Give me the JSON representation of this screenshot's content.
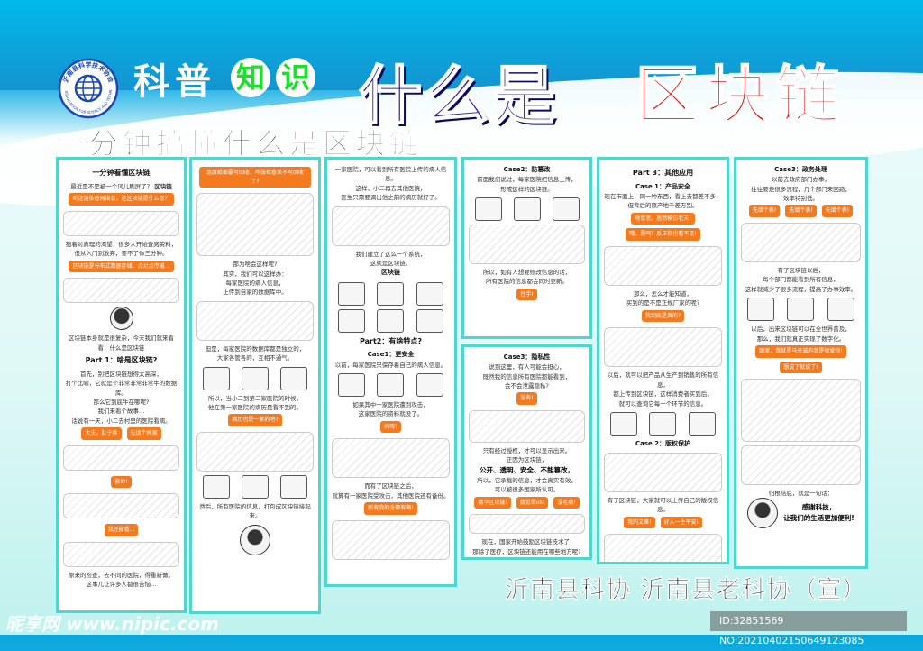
{
  "header": {
    "logo_text": "沂南县科学技术协会",
    "logo_text_en": "YI NAN ASSOCIATION FOR SCIENCE AND TECHNOLOGY",
    "kepu": "科普",
    "zhi": "知",
    "shi": "识",
    "title_a": "什么是",
    "title_b": "区块链",
    "subtitle": "一分钟搞懂什么是区块链"
  },
  "panels": {
    "p1": {
      "title": "一分钟看懂区块链",
      "q": "最近是不是被一个词儿刷屏了？",
      "kw": "区块链",
      "b1": "听这链条普网络恋，这区块链是什么意？",
      "l1": "抱着对真理的渴望，很多人开始查阅资料，",
      "l2": "但从入门到放弃，要不了你三分钟。",
      "b2": "区块链是分布式数据存储、点对点传输…",
      "b3": "区块链本身就是很复杂，今天我们就来看看：什么是区块链",
      "part": "Part 1：啥是区块链?",
      "t1": "首先，别把区块链想得太高深，",
      "t2": "打个比喻，它就是个非常非常非常牛的数据库。",
      "t3": "那么它到底牛在哪呢?",
      "t4": "我们来看个故事…",
      "t5": "话说有一天，小二去村里的医院看病。",
      "b4": "大夫，肚子疼",
      "b5": "先填个档案",
      "b6": "救命!",
      "b7": "我还能看...",
      "l3": "原来的检查，去不同的医院，得重新做，",
      "l4": "这事儿让许多人都很苦恼…"
    },
    "p2": {
      "b1": "连废纸都要可回收，咋张检查单不可回收了?",
      "l1": "那为啥会这样呢?",
      "l2": "其实，我们可以这样办：",
      "l3": "每家医院的病人信息，",
      "l4": "上传到自家的数据库中。",
      "l5": "但是，每家医院的数据库都是独立的，",
      "l6": "大家各管各的，互相不通气。",
      "l7": "所以，当小二到第二家医院的时候，",
      "l8": "他在第一家医院的病历是看不到的。",
      "l9": "然后，所有医院的信息，打包成区块链接起来。",
      "b2": "病历也是一家的吧?"
    },
    "p3": {
      "l1": "一家医院，可以看到所有医院上传的病人信息。",
      "l2": "这样，小二再去其他医院，",
      "l3": "医生只需要调出他之前的病历就好了。",
      "kw": "区块链",
      "l4": "我们建立了这么一个系统，",
      "l5": "这就是区块链。",
      "part": "Part2：有啥特点?",
      "case": "Case1：更安全",
      "l6": "以前，每家医院只保存着自己的病人信息。",
      "l7": "如果其中一家医院遭到攻击，",
      "l8": "这家医院的资料就没了。",
      "b1": "妈呀!",
      "l9": "而有了区块链之后，",
      "l10": "就算有一家医院受攻击，其他医院还有备份。",
      "b2": "所有我的全都有啊!"
    },
    "p4": {
      "case": "Case2：防篡改",
      "l1": "前面我们说过，每家医院把信息上传，",
      "l2": "形成这样的区块链。",
      "l3": "所以，如有人想要修改信息的话，",
      "l4": "所有医院的信息都会同时更新。",
      "b1": "住手!"
    },
    "p5": {
      "case": "Case3：隐私性",
      "l1": "说到这里，有人可能会担心，",
      "l2": "既然我的信息所有医院都能看到，",
      "l3": "会不会泄露隐私?",
      "b1": "没有!",
      "l4": "只有经过授权，才可以显示出来。",
      "l5": "正因为区块链，",
      "l6": "公开、透明、安全、不能篡改，",
      "l7": "所以，它承载的信息，才会真实有效，",
      "l8": "可以被很多国家所认可。",
      "b2": "精华区块链!",
      "b3": "我觉得ok!",
      "b4": "没毛病!",
      "l9": "现在，国家开始鼓励区块链技术了!",
      "l10": "那除了医疗，区块链还能用在哪些地方呢?"
    },
    "p6": {
      "part": "Part 3：其他应用",
      "case": "Case 1：产品安全",
      "l1": "现在市面上，同一种东西，看上去都差不多，",
      "l2": "但背后的原产地千差万别。",
      "b1": "啥意思，居然模仿老夫!",
      "b2": "哦，是吗？反正你也看不见!",
      "l3": "那么，怎么才能知道，",
      "l4": "买到的是不是正规厂家的呢?",
      "b3": "我到底是真的?",
      "l5": "以后，就可以把产品从生产到销售的所有信息，",
      "l6": "都上传到区块链，这样消费者买到后，",
      "l7": "就可以查询它每一个环节的信息。",
      "case2": "Case 2：版权保护",
      "l8": "有了区块链，大家就可以上传自己的版权信息，",
      "b4": "我的文章!",
      "b5": "好人一生平安!"
    },
    "p7": {
      "case": "Case3：政务处理",
      "l1": "以前去政府部门办事，",
      "l2": "往往要走很多流程，几个部门来回跑，",
      "l3": "效率特别低。",
      "b1": "先填个表!",
      "l4": "有了区块链以后，",
      "l5": "每个部门都能看到所有信息，",
      "l6": "这样就减少了很多流程，提高了办事效率。",
      "b2": "国家，我就是马来诚的我是很爱你!",
      "b3": "想说了就说了!",
      "l7": "以后，出来区块链可以在全世界普及，",
      "l8": "那么，我们就真正实现了数字化。",
      "l9": "归根结底，就是一句话：",
      "l10": "感谢科技，",
      "l11": "让我们的生活更加便利!"
    }
  },
  "footer": {
    "org": "沂南县科协 沂南县老科协（宣）",
    "watermark": "昵享网 www.nipic.com",
    "id": "ID:32851569 NO:20210402150649123085"
  }
}
